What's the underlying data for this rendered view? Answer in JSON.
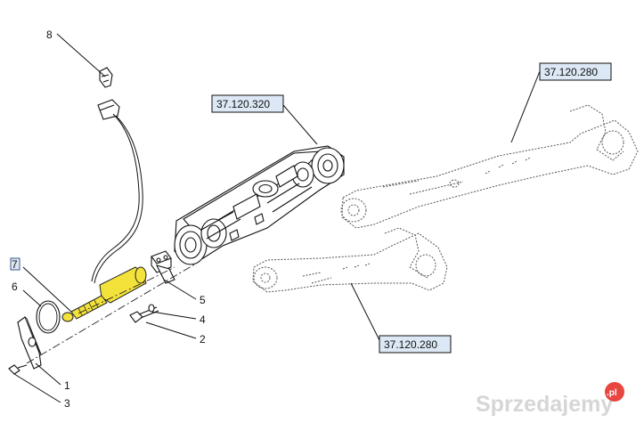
{
  "callouts": [
    {
      "id": "1",
      "label": "1"
    },
    {
      "id": "2",
      "label": "2"
    },
    {
      "id": "3",
      "label": "3"
    },
    {
      "id": "4",
      "label": "4"
    },
    {
      "id": "5",
      "label": "5"
    },
    {
      "id": "6",
      "label": "6"
    },
    {
      "id": "7",
      "label": "7"
    },
    {
      "id": "8",
      "label": "8"
    }
  ],
  "references": [
    {
      "id": "ref-axle-housing",
      "label": "37.120.320"
    },
    {
      "id": "ref-lift-arm-upper",
      "label": "37.120.280"
    },
    {
      "id": "ref-lift-arm-lower",
      "label": "37.120.280"
    }
  ],
  "watermark": {
    "text": "Sprzedajemy",
    "suffix": ".pl",
    "badge_color": "#e5322d"
  },
  "colors": {
    "highlight_part": "#f2e23a",
    "reference_fill": "#dce8f5"
  }
}
